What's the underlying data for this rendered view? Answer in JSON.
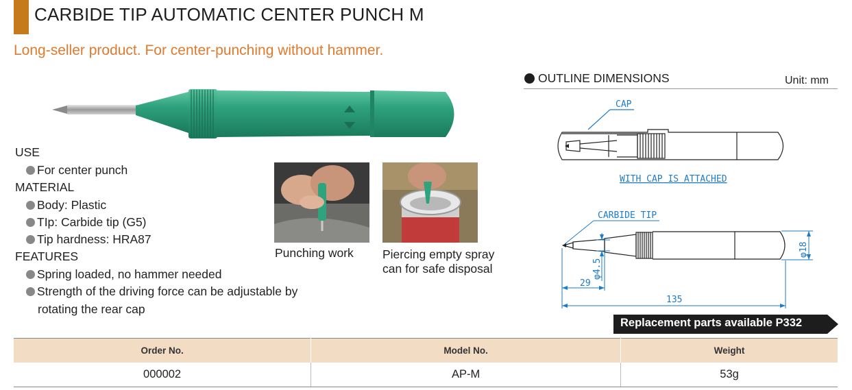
{
  "colors": {
    "title_bar": "#c57a1c",
    "tagline": "#e07a2e",
    "punch_green": "#2fa27e",
    "dimension_blue": "#1e7bc8",
    "table_header_bg": "#f2dcc4",
    "replacement_bg": "#1d1d1d"
  },
  "header": {
    "title": "CARBIDE TIP  AUTOMATIC CENTER PUNCH M",
    "tagline": "Long-seller product. For center-punching without hammer."
  },
  "specs": {
    "use_heading": "USE",
    "use_items": [
      "For center punch"
    ],
    "material_heading": "MATERIAL",
    "material_items": [
      "Body: Plastic",
      "TIp: Carbide tip (G5)",
      "Tip hardness: HRA87"
    ],
    "features_heading": "FEATURES",
    "features_items": [
      "Spring loaded, no hammer needed",
      "Strength of the driving force can be adjustable by"
    ],
    "features_continuation": "rotating the rear cap"
  },
  "photos": {
    "punching_caption": "Punching work",
    "spray_caption_line1": "Piercing empty spray",
    "spray_caption_line2": "can for safe disposal"
  },
  "outline": {
    "heading": "OUTLINE DIMENSIONS",
    "unit": "Unit: mm",
    "cap_label": "CAP",
    "cap_attached_label": "WITH CAP IS ATTACHED",
    "carbide_tip_label": "CARBIDE TIP",
    "dim_diameter_18": "φ18",
    "dim_diameter_4_5": "φ4.5",
    "dim_length_29": "29",
    "dim_length_135": "135"
  },
  "replacement": {
    "label": "Replacement parts available P332"
  },
  "table": {
    "headers": [
      "Order No.",
      "Model No.",
      "Weight"
    ],
    "rows": [
      [
        "000002",
        "AP-M",
        "53g"
      ]
    ]
  }
}
